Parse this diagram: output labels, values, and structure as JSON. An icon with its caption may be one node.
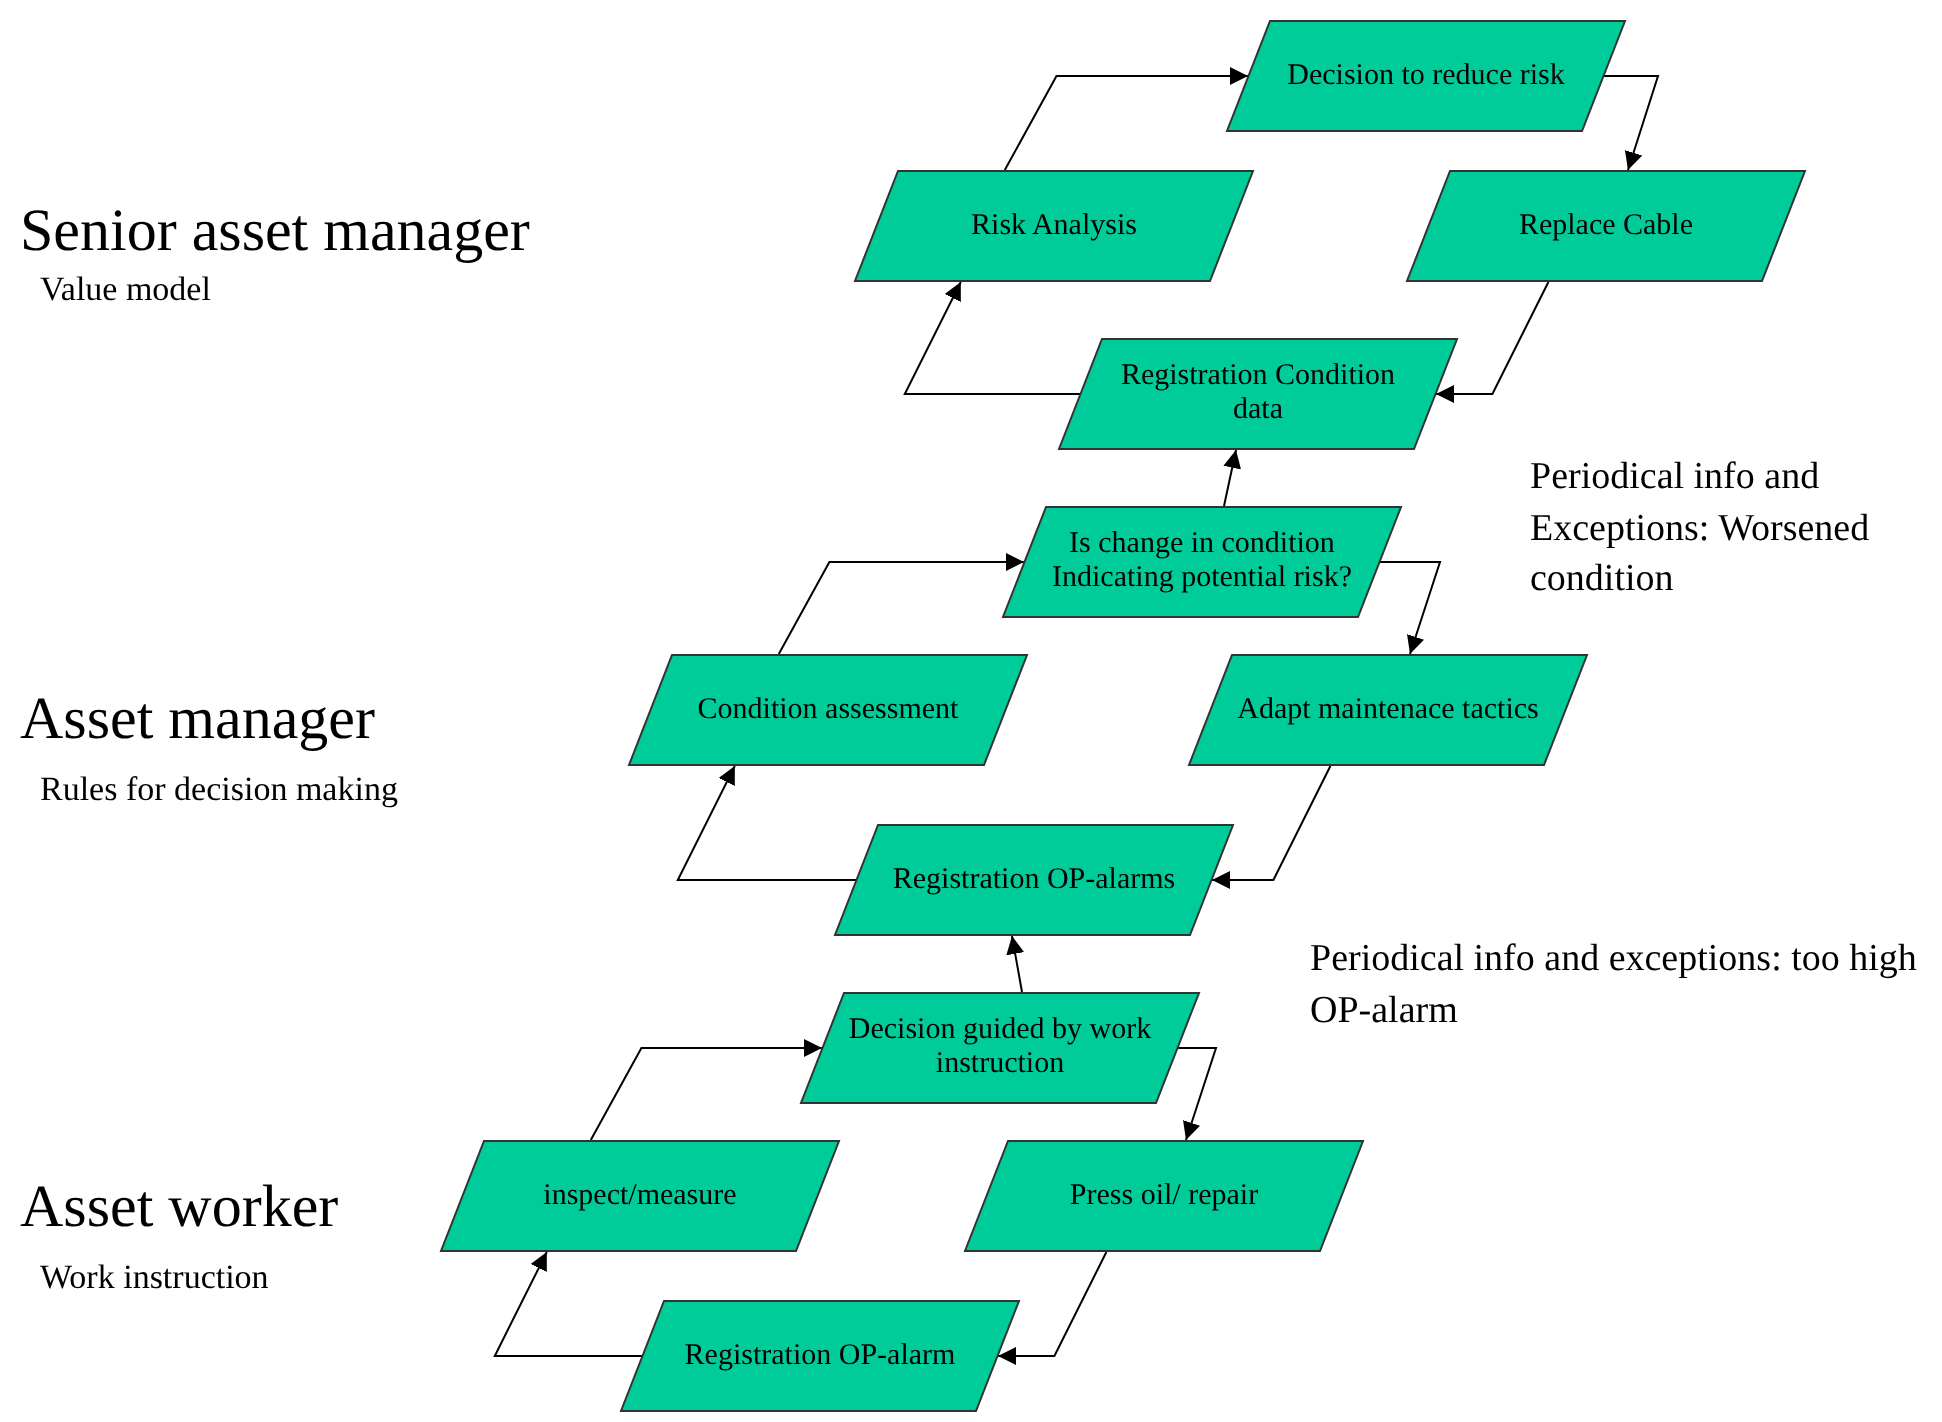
{
  "diagram": {
    "nodes": [
      {
        "text": [
          "Decision to reduce risk"
        ]
      },
      {
        "text": [
          "Risk Analysis"
        ]
      },
      {
        "text": [
          "Replace Cable"
        ]
      },
      {
        "text": [
          "Registration Condition data"
        ]
      },
      {
        "text": [
          "Is change in condition Indicating potential risk?"
        ]
      },
      {
        "text": [
          "Condition assessment"
        ]
      },
      {
        "text": [
          "Adapt maintenace tactics"
        ]
      },
      {
        "text": [
          "Registration OP-alarms"
        ]
      },
      {
        "text": [
          "Decision guided by work instruction"
        ]
      },
      {
        "text": [
          "inspect/measure"
        ]
      },
      {
        "text": [
          "Press oil/ repair"
        ]
      },
      {
        "text": [
          "Registration OP-alarm"
        ]
      }
    ],
    "edges": [
      {
        "from": 1,
        "to": 0,
        "arrow": "to"
      },
      {
        "from": 0,
        "to": 2,
        "arrow": "to"
      },
      {
        "from": 2,
        "to": 3,
        "arrow": "to"
      },
      {
        "from": 3,
        "to": 1,
        "arrow": "to"
      },
      {
        "from": 4,
        "to": 3,
        "arrow": "to"
      },
      {
        "from": 5,
        "to": 4,
        "arrow": "to"
      },
      {
        "from": 4,
        "to": 6,
        "arrow": "to"
      },
      {
        "from": 6,
        "to": 7,
        "arrow": "to"
      },
      {
        "from": 7,
        "to": 5,
        "arrow": "to"
      },
      {
        "from": 8,
        "to": 7,
        "arrow": "to"
      },
      {
        "from": 9,
        "to": 8,
        "arrow": "to"
      },
      {
        "from": 8,
        "to": 10,
        "arrow": "to"
      },
      {
        "from": 10,
        "to": 11,
        "arrow": "to"
      },
      {
        "from": 11,
        "to": 9,
        "arrow": "to"
      }
    ],
    "labels": [
      "Senior asset manager",
      "Value model",
      "Periodical info and Exceptions: Worsened condition",
      "Asset manager",
      "Rules for decision making",
      "Periodical info and exceptions: too high OP-alarm",
      "Asset worker",
      "Work instruction"
    ]
  }
}
